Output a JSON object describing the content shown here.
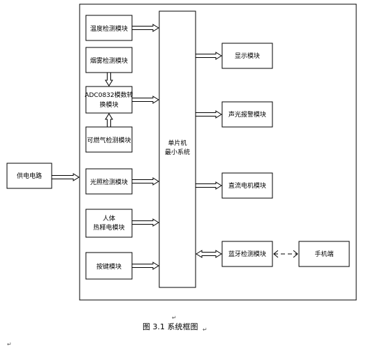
{
  "blocks": {
    "temp": "温度检测模块",
    "smoke": "烟雾检测模块",
    "adc_line1": "ADC0832模数转",
    "adc_line2": "换模块",
    "gas": "可燃气检测模块",
    "light": "光照检测模块",
    "pir_line1": "人体",
    "pir_line2": "热释电模块",
    "keys": "按键模块",
    "mcu_line1": "单片机",
    "mcu_line2": "最小系统",
    "display": "显示模块",
    "alarm": "声光报警模块",
    "motor": "直流电机模块",
    "bluetooth": "蓝牙检测模块",
    "phone": "手机端",
    "power": "供电电路"
  },
  "caption": "图 3.1 系统框图",
  "marks": {
    "return_symbol": "↵"
  }
}
